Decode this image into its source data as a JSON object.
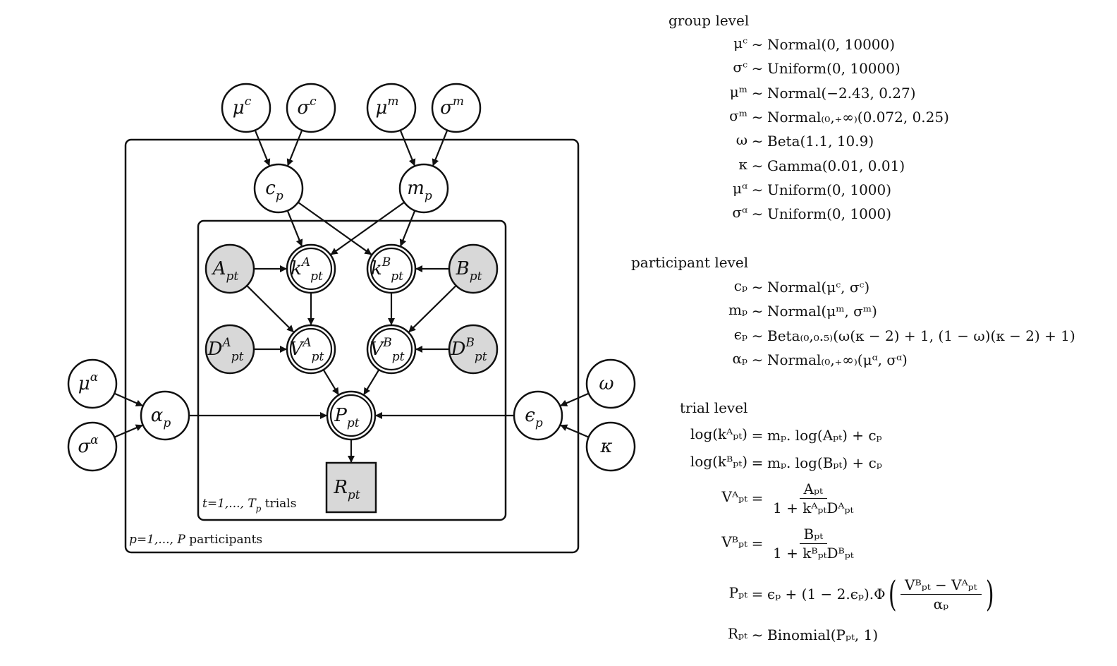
{
  "graph": {
    "nodes": [
      {
        "id": "mu_c",
        "label": "μ",
        "sup": "c",
        "kind": "latent"
      },
      {
        "id": "sigma_c",
        "label": "σ",
        "sup": "c",
        "kind": "latent"
      },
      {
        "id": "mu_m",
        "label": "μ",
        "sup": "m",
        "kind": "latent"
      },
      {
        "id": "sigma_m",
        "label": "σ",
        "sup": "m",
        "kind": "latent"
      },
      {
        "id": "c_p",
        "label": "c",
        "sub": "p",
        "kind": "latent"
      },
      {
        "id": "m_p",
        "label": "m",
        "sub": "p",
        "kind": "latent"
      },
      {
        "id": "A_pt",
        "label": "A",
        "sub": "pt",
        "kind": "observed"
      },
      {
        "id": "kA",
        "label": "k",
        "sup": "A",
        "sub": "pt",
        "kind": "deterministic"
      },
      {
        "id": "kB",
        "label": "k",
        "sup": "B",
        "sub": "pt",
        "kind": "deterministic"
      },
      {
        "id": "B_pt",
        "label": "B",
        "sub": "pt",
        "kind": "observed"
      },
      {
        "id": "DA",
        "label": "D",
        "sup": "A",
        "sub": "pt",
        "kind": "observed"
      },
      {
        "id": "VA",
        "label": "V",
        "sup": "A",
        "sub": "pt",
        "kind": "deterministic"
      },
      {
        "id": "VB",
        "label": "V",
        "sup": "B",
        "sub": "pt",
        "kind": "deterministic"
      },
      {
        "id": "DB",
        "label": "D",
        "sup": "B",
        "sub": "pt",
        "kind": "observed"
      },
      {
        "id": "mu_alpha",
        "label": "μ",
        "sup": "α",
        "kind": "latent"
      },
      {
        "id": "sigma_alpha",
        "label": "σ",
        "sup": "α",
        "kind": "latent"
      },
      {
        "id": "alpha_p",
        "label": "α",
        "sub": "p",
        "kind": "latent"
      },
      {
        "id": "P_pt",
        "label": "P",
        "sub": "pt",
        "kind": "deterministic"
      },
      {
        "id": "eps_p",
        "label": "ϵ",
        "sub": "p",
        "kind": "latent"
      },
      {
        "id": "omega",
        "label": "ω",
        "kind": "latent"
      },
      {
        "id": "kappa",
        "label": "κ",
        "kind": "latent"
      },
      {
        "id": "R_pt",
        "label": "R",
        "sub": "pt",
        "kind": "observed-discrete"
      }
    ],
    "edges": [
      [
        "mu_c",
        "c_p"
      ],
      [
        "sigma_c",
        "c_p"
      ],
      [
        "mu_m",
        "m_p"
      ],
      [
        "sigma_m",
        "m_p"
      ],
      [
        "c_p",
        "kA"
      ],
      [
        "c_p",
        "kB"
      ],
      [
        "m_p",
        "kA"
      ],
      [
        "m_p",
        "kB"
      ],
      [
        "A_pt",
        "kA"
      ],
      [
        "B_pt",
        "kB"
      ],
      [
        "A_pt",
        "VA"
      ],
      [
        "B_pt",
        "VB"
      ],
      [
        "kA",
        "VA"
      ],
      [
        "kB",
        "VB"
      ],
      [
        "DA",
        "VA"
      ],
      [
        "DB",
        "VB"
      ],
      [
        "VA",
        "P_pt"
      ],
      [
        "VB",
        "P_pt"
      ],
      [
        "mu_alpha",
        "alpha_p"
      ],
      [
        "sigma_alpha",
        "alpha_p"
      ],
      [
        "alpha_p",
        "P_pt"
      ],
      [
        "omega",
        "eps_p"
      ],
      [
        "kappa",
        "eps_p"
      ],
      [
        "eps_p",
        "P_pt"
      ],
      [
        "P_pt",
        "R_pt"
      ]
    ],
    "plates": {
      "trials": {
        "prefix": "t=1,..., T",
        "prefix_sub": "p",
        "suffix": " trials"
      },
      "participants": {
        "prefix": "p=1,..., ",
        "var": "P",
        "suffix": " participants"
      }
    }
  },
  "model": {
    "group_level": {
      "heading": "group level",
      "equations": [
        {
          "lhs": "μᶜ",
          "rel": "∼",
          "rhs": "Normal(0, 10000)"
        },
        {
          "lhs": "σᶜ",
          "rel": "∼",
          "rhs": "Uniform(0, 10000)"
        },
        {
          "lhs": "μᵐ",
          "rel": "∼",
          "rhs": "Normal(−2.43, 0.27)"
        },
        {
          "lhs": "σᵐ",
          "rel": "∼",
          "rhs": "Normal₍₀,₊∞₎(0.072, 0.25)"
        },
        {
          "lhs": "ω",
          "rel": "∼",
          "rhs": "Beta(1.1, 10.9)"
        },
        {
          "lhs": "κ",
          "rel": "∼",
          "rhs": "Gamma(0.01, 0.01)"
        },
        {
          "lhs": "μᵅ",
          "rel": "∼",
          "rhs": "Uniform(0, 1000)"
        },
        {
          "lhs": "σᵅ",
          "rel": "∼",
          "rhs": "Uniform(0, 1000)"
        }
      ]
    },
    "participant_level": {
      "heading": "participant level",
      "equations": [
        {
          "lhs": "cₚ",
          "rel": "∼",
          "rhs": "Normal(μᶜ, σᶜ)"
        },
        {
          "lhs": "mₚ",
          "rel": "∼",
          "rhs": "Normal(μᵐ, σᵐ)"
        },
        {
          "lhs": "ϵₚ",
          "rel": "∼",
          "rhs": "Beta₍₀,₀.₅₎(ω(κ − 2) + 1, (1 − ω)(κ − 2) + 1)"
        },
        {
          "lhs": "αₚ",
          "rel": "∼",
          "rhs": "Normal₍₀,₊∞₎(μᵅ, σᵅ)"
        }
      ]
    },
    "trial_level": {
      "heading": "trial level",
      "eq1": {
        "lhs": "log(kᴬₚₜ)",
        "rel": "=",
        "rhs": "mₚ. log(Aₚₜ) + cₚ"
      },
      "eq2": {
        "lhs": "log(kᴮₚₜ)",
        "rel": "=",
        "rhs": "mₚ. log(Bₚₜ) + cₚ"
      },
      "eq3": {
        "lhs": "Vᴬₚₜ",
        "rel": "=",
        "num": "Aₚₜ",
        "den": "1 + kᴬₚₜDᴬₚₜ"
      },
      "eq4": {
        "lhs": "Vᴮₚₜ",
        "rel": "=",
        "num": "Bₚₜ",
        "den": "1 + kᴮₚₜDᴮₚₜ"
      },
      "eq5": {
        "lhs": "Pₚₜ",
        "rel": "=",
        "pre": "ϵₚ + (1 − 2.ϵₚ).Φ",
        "num": "Vᴮₚₜ − Vᴬₚₜ",
        "den": "αₚ"
      },
      "eq6": {
        "lhs": "Rₚₜ",
        "rel": "∼",
        "rhs": "Binomial(Pₚₜ, 1)"
      }
    }
  }
}
